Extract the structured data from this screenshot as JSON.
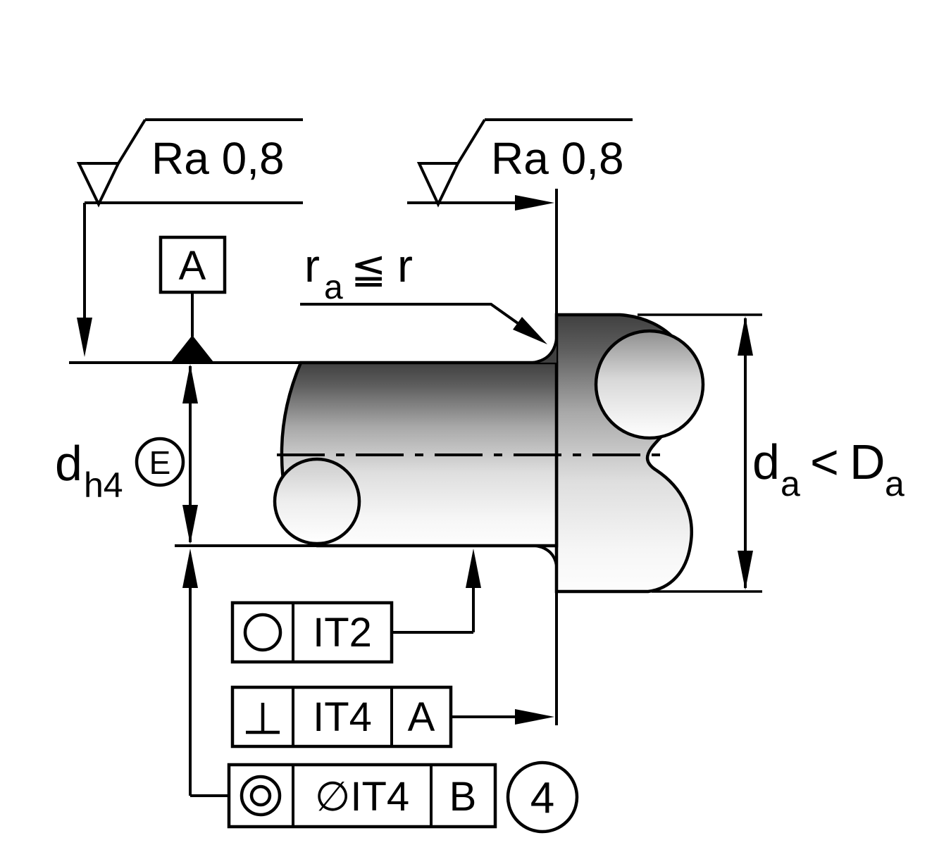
{
  "colors": {
    "line": "#000000",
    "background": "#ffffff",
    "shade_dark": "#404040",
    "shade_light": "#fdfdfd"
  },
  "surface_finish_left": {
    "label": "Ra 0,8",
    "icon": "surface-finish-check-icon"
  },
  "surface_finish_right": {
    "label": "Ra 0,8",
    "icon": "surface-finish-check-icon"
  },
  "datum_flag": {
    "label": "A"
  },
  "fillet_note": {
    "r_base": "r",
    "r_sub": "a",
    "operator": "≦",
    "r_ref": "r"
  },
  "dim_shaft": {
    "base": "d",
    "sub": "h4",
    "envelope": "E"
  },
  "dim_shoulder": {
    "base": "d",
    "sub": "a",
    "operator": "<",
    "base2": "D",
    "sub2": "a"
  },
  "frame_circularity": {
    "icon": "circularity-icon",
    "value": "IT2"
  },
  "frame_perpendicularity": {
    "icon": "perpendicularity-icon",
    "value": "IT4",
    "datum": "A"
  },
  "frame_concentricity": {
    "icon": "concentricity-icon",
    "value": "∅IT4",
    "datum": "B"
  },
  "callout": {
    "number": "4"
  }
}
